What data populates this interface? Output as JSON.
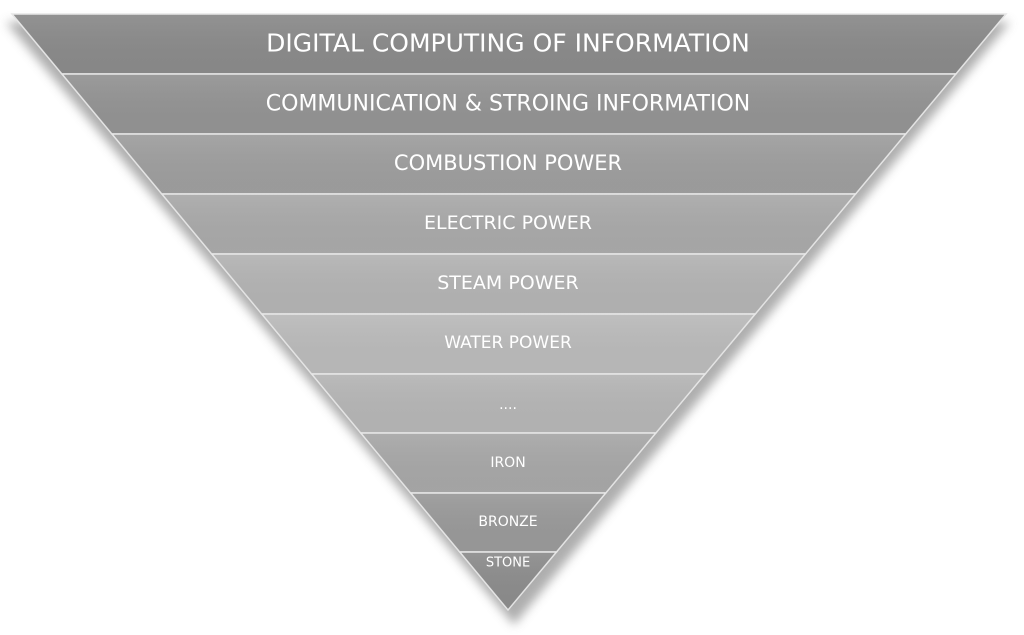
{
  "diagram": {
    "layers": [
      {
        "label": "DIGITAL COMPUTING OF INFORMATION",
        "color": "#8a8a8a"
      },
      {
        "label": "COMMUNICATION & STROING INFORMATION",
        "color": "#939393"
      },
      {
        "label": "COMBUSTION POWER",
        "color": "#9e9e9e"
      },
      {
        "label": "ELECTRIC POWER",
        "color": "#a9a9a9"
      },
      {
        "label": "STEAM POWER",
        "color": "#b3b3b3"
      },
      {
        "label": "WATER POWER",
        "color": "#bababa"
      },
      {
        "label": "....",
        "color": "#b5b5b5"
      },
      {
        "label": "IRON",
        "color": "#a7a7a7"
      },
      {
        "label": "BRONZE",
        "color": "#999999"
      },
      {
        "label": "STONE",
        "color": "#8c8c8c"
      }
    ],
    "separator_color": "#e6e6e6",
    "shadow_color": "#9a9a9a"
  }
}
